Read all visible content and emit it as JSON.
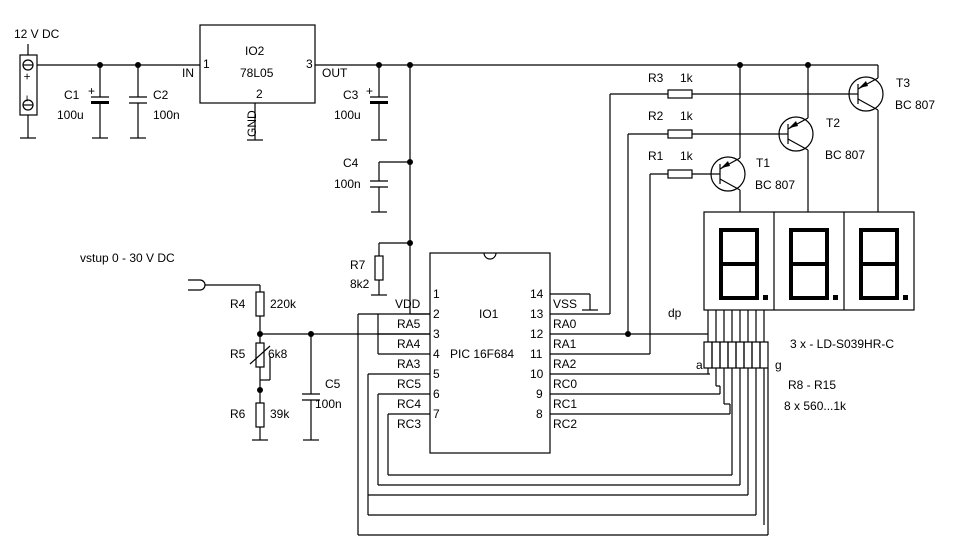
{
  "power": {
    "label": "12 V DC",
    "plus": "+",
    "minus": "−"
  },
  "vinput": {
    "label": "vstup 0 - 30 V DC"
  },
  "regulator": {
    "name": "IO2",
    "part": "78L05",
    "pin_in": "1",
    "pin_out": "3",
    "pin_gnd": "2",
    "label_in": "IN",
    "label_out": "OUT",
    "label_gnd": "GND"
  },
  "capacitors": {
    "c1": {
      "name": "C1",
      "value": "100u"
    },
    "c2": {
      "name": "C2",
      "value": "100n"
    },
    "c3": {
      "name": "C3",
      "value": "100u"
    },
    "c4": {
      "name": "C4",
      "value": "100n"
    },
    "c5": {
      "name": "C5",
      "value": "100n"
    }
  },
  "resistors": {
    "r1": {
      "name": "R1",
      "value": "1k"
    },
    "r2": {
      "name": "R2",
      "value": "1k"
    },
    "r3": {
      "name": "R3",
      "value": "1k"
    },
    "r4": {
      "name": "R4",
      "value": "220k"
    },
    "r5": {
      "name": "R5",
      "value": "6k8"
    },
    "r6": {
      "name": "R6",
      "value": "39k"
    },
    "r7": {
      "name": "R7",
      "value": "8k2"
    },
    "rarray": {
      "name": "R8 - R15",
      "value": "8 x 560...1k",
      "left": "a",
      "right": "g",
      "dp": "dp"
    }
  },
  "transistors": {
    "t1": {
      "name": "T1",
      "part": "BC 807"
    },
    "t2": {
      "name": "T2",
      "part": "BC 807"
    },
    "t3": {
      "name": "T3",
      "part": "BC 807"
    }
  },
  "display": {
    "label": "3 x - LD-S039HR-C"
  },
  "mcu": {
    "name": "IO1",
    "part": "PIC 16F684",
    "left_pins": [
      {
        "num": "1",
        "name": "VDD"
      },
      {
        "num": "2",
        "name": "RA5"
      },
      {
        "num": "3",
        "name": "RA4"
      },
      {
        "num": "4",
        "name": "RA3"
      },
      {
        "num": "5",
        "name": "RC5"
      },
      {
        "num": "6",
        "name": "RC4"
      },
      {
        "num": "7",
        "name": "RC3"
      }
    ],
    "right_pins": [
      {
        "num": "14",
        "name": "VSS"
      },
      {
        "num": "13",
        "name": "RA0"
      },
      {
        "num": "12",
        "name": "RA1"
      },
      {
        "num": "11",
        "name": "RA2"
      },
      {
        "num": "10",
        "name": "RC0"
      },
      {
        "num": "9",
        "name": "RC1"
      },
      {
        "num": "8",
        "name": "RC2"
      }
    ]
  }
}
